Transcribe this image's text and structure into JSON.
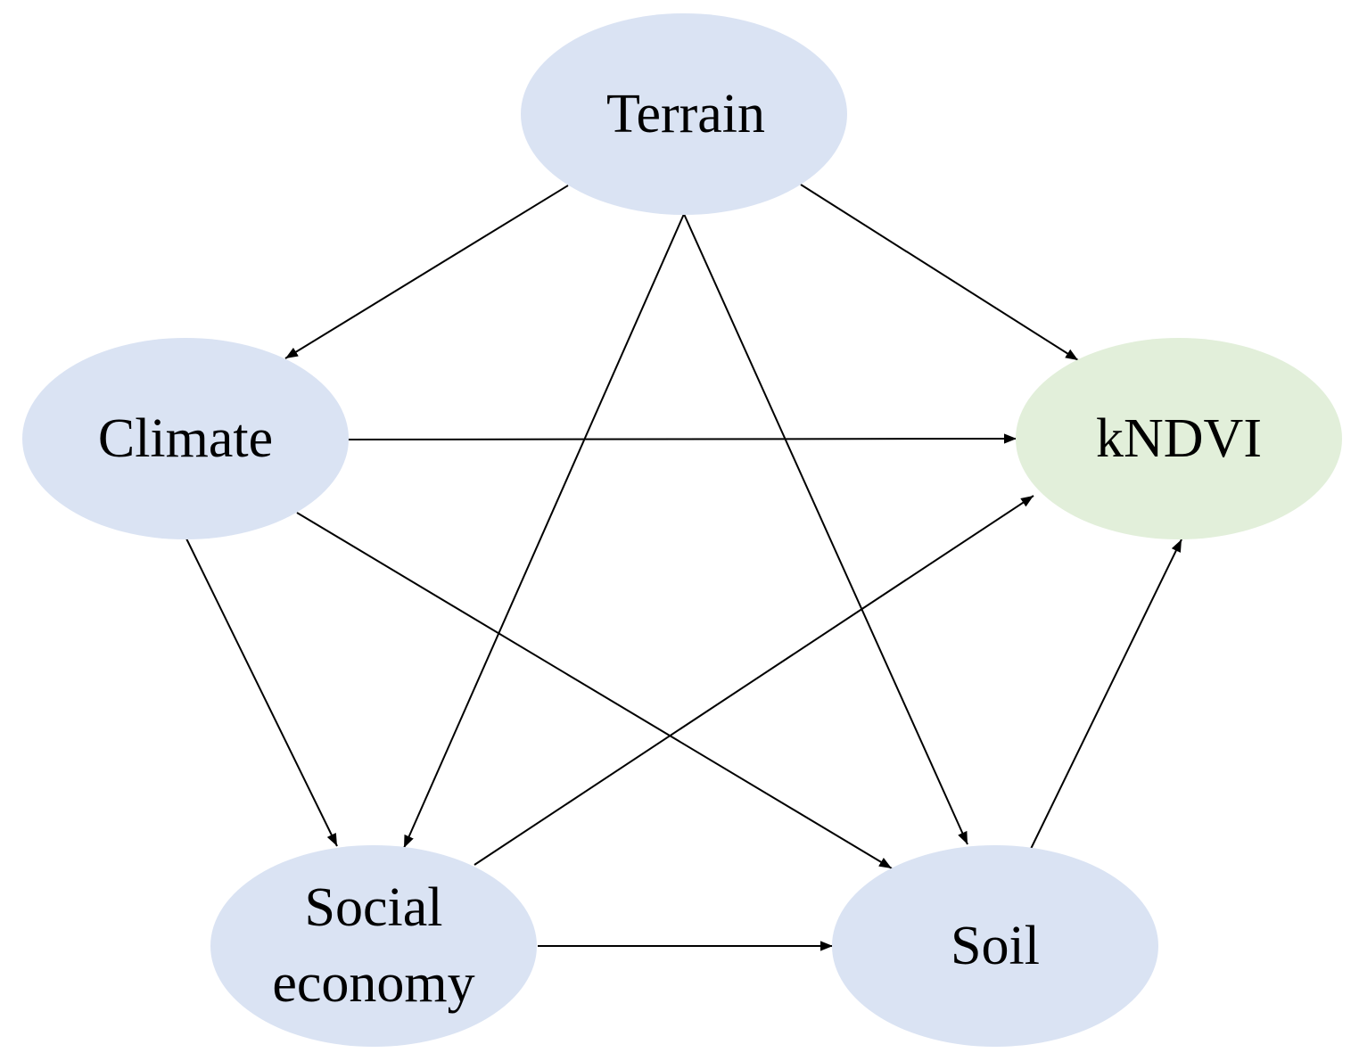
{
  "nodes": {
    "terrain": {
      "label": "Terrain",
      "color": "#dae3f3"
    },
    "climate": {
      "label": "Climate",
      "color": "#dae3f3"
    },
    "kndvi": {
      "label": "kNDVI",
      "color": "#e2efda"
    },
    "social": {
      "label_line1": "Social",
      "label_line2": "economy",
      "color": "#dae3f3"
    },
    "soil": {
      "label": "Soil",
      "color": "#dae3f3"
    }
  },
  "edges": [
    {
      "from": "terrain",
      "to": "climate"
    },
    {
      "from": "terrain",
      "to": "kndvi"
    },
    {
      "from": "terrain",
      "to": "social"
    },
    {
      "from": "terrain",
      "to": "soil"
    },
    {
      "from": "climate",
      "to": "kndvi"
    },
    {
      "from": "climate",
      "to": "social"
    },
    {
      "from": "climate",
      "to": "soil"
    },
    {
      "from": "social",
      "to": "kndvi"
    },
    {
      "from": "social",
      "to": "soil"
    },
    {
      "from": "soil",
      "to": "kndvi"
    }
  ]
}
